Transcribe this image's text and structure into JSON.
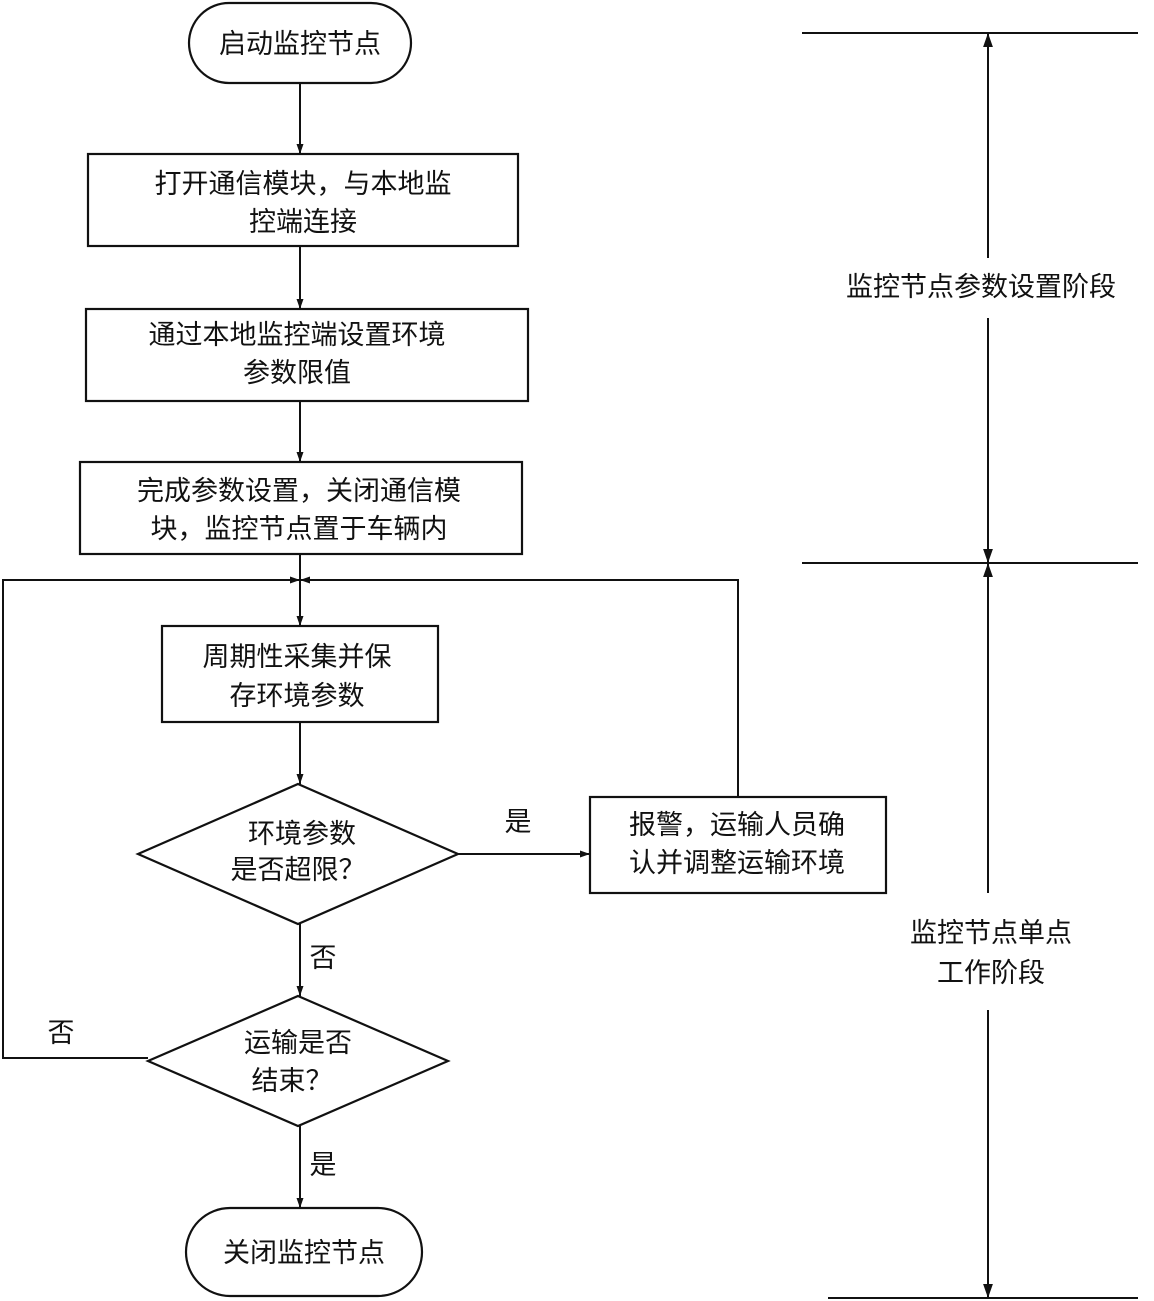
{
  "nodes": {
    "start": "启动监控节点",
    "step1": [
      "打开通信模块，与本地监",
      "控端连接"
    ],
    "step2": [
      "通过本地监控端设置环境",
      "参数限值"
    ],
    "step3": [
      "完成参数设置，关闭通信模",
      "块，监控节点置于车辆内"
    ],
    "step4": [
      "周期性采集并保",
      "存环境参数"
    ],
    "decision1": [
      "环境参数",
      "是否超限？"
    ],
    "alarm": [
      "报警，运输人员确",
      "认并调整运输环境"
    ],
    "decision2": [
      "运输是否",
      "结束？"
    ],
    "end": "关闭监控节点"
  },
  "edges": {
    "d1_yes": "是",
    "d1_no": "否",
    "d2_no": "否",
    "d2_yes": "是"
  },
  "phases": {
    "phase1": "监控节点参数设置阶段",
    "phase2": [
      "监控节点单点",
      "工作阶段"
    ]
  },
  "colors": {
    "stroke": "#111111",
    "background": "#ffffff"
  }
}
